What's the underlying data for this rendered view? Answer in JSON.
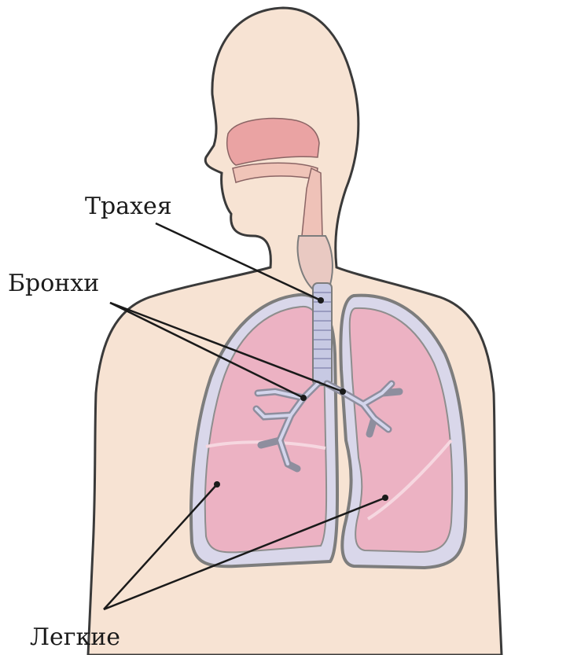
{
  "labels": {
    "trachea": "Трахея",
    "bronchi": "Бронхи",
    "lungs": "Легкие"
  },
  "colors": {
    "skin": "#f7e3d3",
    "skin_outline": "#3a3a3a",
    "lung_fill": "#ecb2c3",
    "lung_outline": "#7d7d7d",
    "pleura": "#d9d7ea",
    "airway": "#c7c9e3",
    "nasal": "#eaa3a3",
    "leader": "#1a1a1a"
  }
}
